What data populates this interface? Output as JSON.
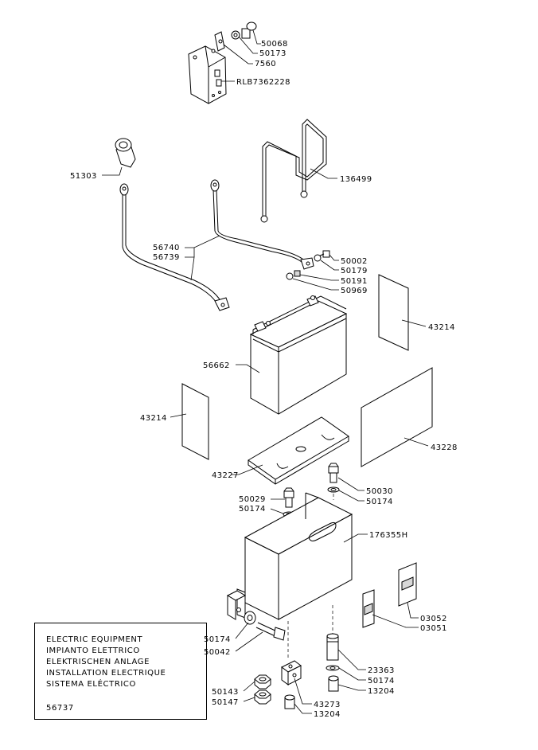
{
  "labels": {
    "p50068": "50068",
    "p50173": "50173",
    "p7560": "7560",
    "pRLB": "RLB7362228",
    "p51303": "51303",
    "p136499": "136499",
    "p56740": "56740",
    "p56739": "56739",
    "p50002": "50002",
    "p50179": "50179",
    "p50191": "50191",
    "p50969": "50969",
    "p43214a": "43214",
    "p56662": "56662",
    "p43214b": "43214",
    "p43228": "43228",
    "p43227": "43227",
    "p50030": "50030",
    "p50174a": "50174",
    "p50029": "50029",
    "p50174b": "50174",
    "p176355H": "176355H",
    "p03052": "03052",
    "p03051": "03051",
    "p50174c": "50174",
    "p50042": "50042",
    "p23363": "23363",
    "p50174d": "50174",
    "p13204a": "13204",
    "p50143": "50143",
    "p50147": "50147",
    "p43273": "43273",
    "p13204b": "13204"
  },
  "caption": {
    "lines": [
      "ELECTRIC  EQUIPMENT",
      "IMPIANTO  ELETTRICO",
      "ELEKTRISCHEN  ANLAGE",
      "INSTALLATION  ELECTRIQUE",
      "SISTEMA  ELÉCTRICO"
    ],
    "code": "56737"
  }
}
